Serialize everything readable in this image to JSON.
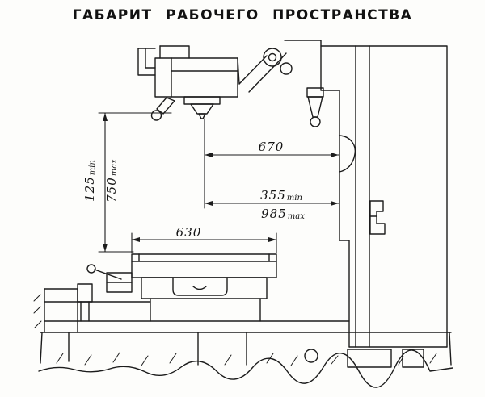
{
  "title": "ГАБАРИТ РАБОЧЕГО ПРОСТРАНСТВА",
  "dimensions": {
    "spindle_to_column": {
      "value": "670",
      "suffix": ""
    },
    "table_to_column_min": {
      "value": "355",
      "suffix": "min"
    },
    "table_to_column_max": {
      "value": "985",
      "suffix": "max"
    },
    "table_width": {
      "value": "630",
      "suffix": ""
    },
    "spindle_to_table_min": {
      "value": "125",
      "suffix": "min"
    },
    "spindle_to_table_max": {
      "value": "750",
      "suffix": "max"
    }
  }
}
